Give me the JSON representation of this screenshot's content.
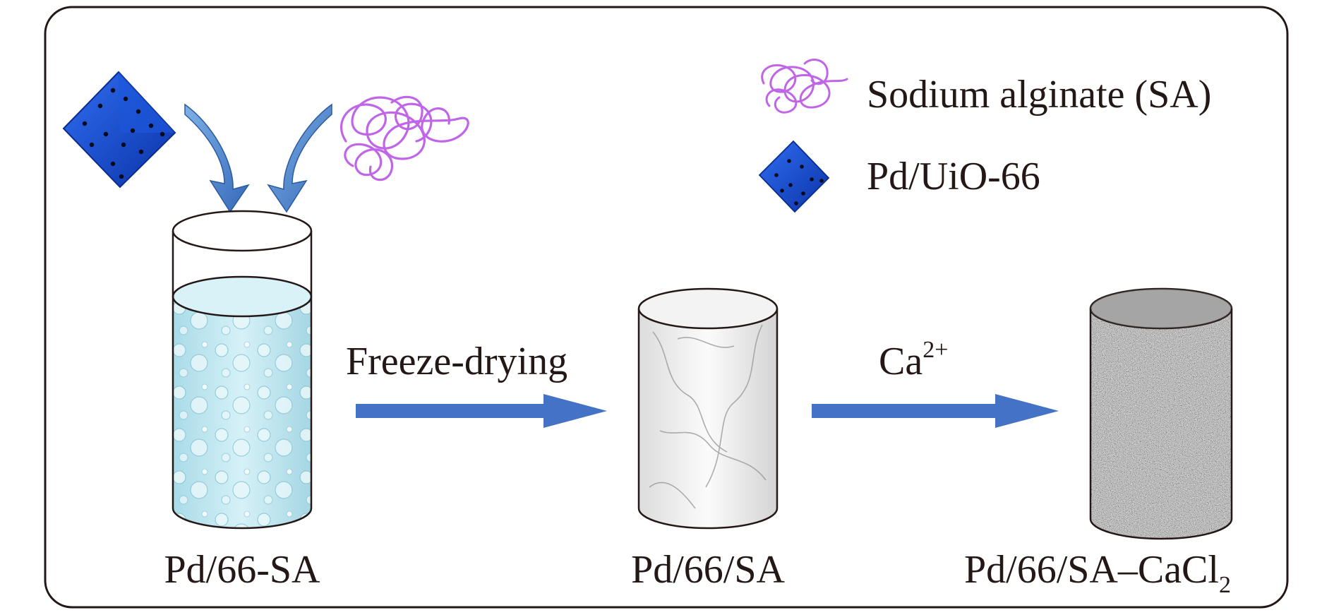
{
  "legend": {
    "sa": "Sodium alginate (SA)",
    "mof": "Pd/UiO-66"
  },
  "steps": {
    "step1": "Freeze-drying",
    "step2_ion": "Ca",
    "step2_charge": "2+"
  },
  "products": {
    "p1": "Pd/66-SA",
    "p2": "Pd/66/SA",
    "p3_main": "Pd/66/SA–CaCl",
    "p3_sub": "2"
  },
  "colors": {
    "frame": "#231815",
    "arrow": "#4472c4",
    "polymer": "#c165e8",
    "crystal": "#1546cf",
    "water": "#bfe6f0",
    "text": "#231815"
  }
}
